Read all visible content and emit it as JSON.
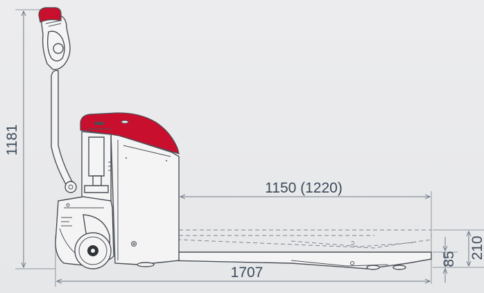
{
  "dimensions": {
    "overall_height": "1181",
    "fork_length": "1150 (1220)",
    "overall_length": "1707",
    "fork_height_low": "85",
    "fork_height_raised": "210"
  },
  "colors": {
    "accent_red": "#c8102e",
    "line": "#4a4f55",
    "dimension": "#3b4a5a"
  }
}
